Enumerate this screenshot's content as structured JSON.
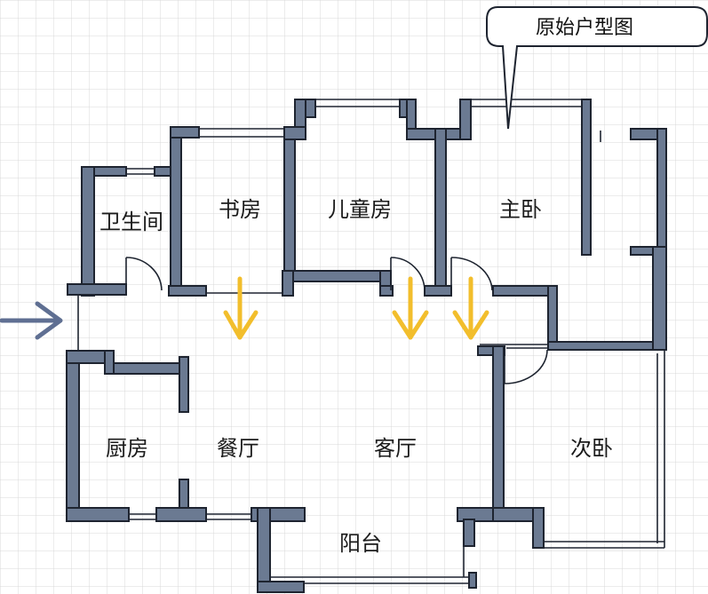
{
  "title": "原始户型图",
  "rooms": {
    "bathroom": "卫生间",
    "study": "书房",
    "kids_room": "儿童房",
    "master_bedroom": "主卧",
    "kitchen": "厨房",
    "dining_room": "餐厅",
    "living_room": "客厅",
    "second_bedroom": "次卧",
    "balcony": "阳台"
  },
  "colors": {
    "wall": "#6b7a92",
    "wall_outline": "#1e2430",
    "arrow_yellow": "#f2be2c",
    "entrance_arrow": "#5f6f92",
    "grid": "#d6d6d6",
    "background": "#ffffff"
  },
  "icons": {
    "entrance": "arrow-right-icon",
    "flow": "arrow-down-icon"
  }
}
